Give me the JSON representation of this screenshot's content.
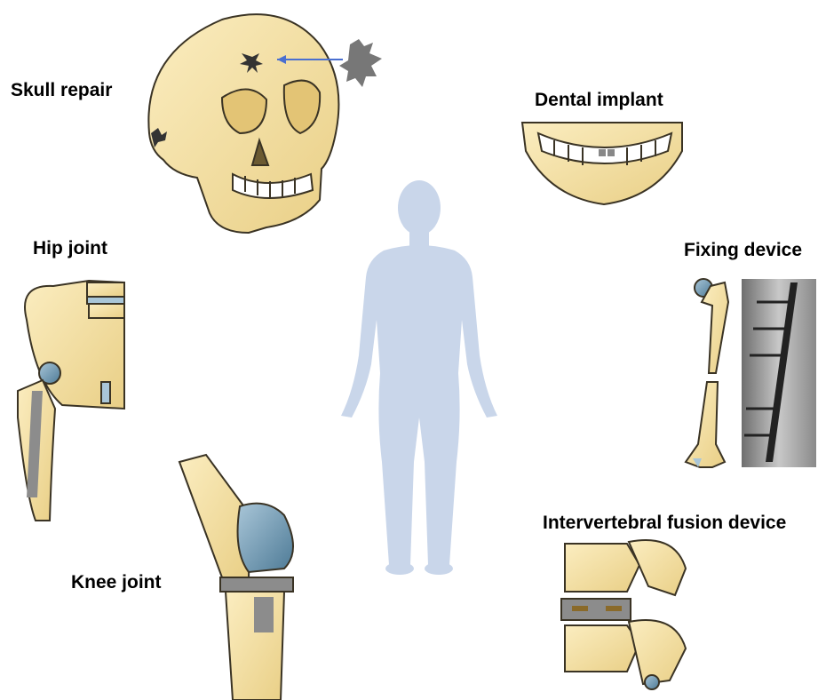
{
  "labels": {
    "skull_repair": "Skull repair",
    "dental_implant": "Dental implant",
    "hip_joint": "Hip joint",
    "fixing_device": "Fixing device",
    "knee_joint": "Knee joint",
    "intervertebral_fusion_device": "Intervertebral fusion device"
  },
  "colors": {
    "bone": "#f6e2a4",
    "bone_outline": "#3a3324",
    "implant_blue": "#6b96b0",
    "implant_grey": "#8c8c8c",
    "body_silhouette": "#c9d6ea",
    "arrow": "#4a6fd0"
  }
}
